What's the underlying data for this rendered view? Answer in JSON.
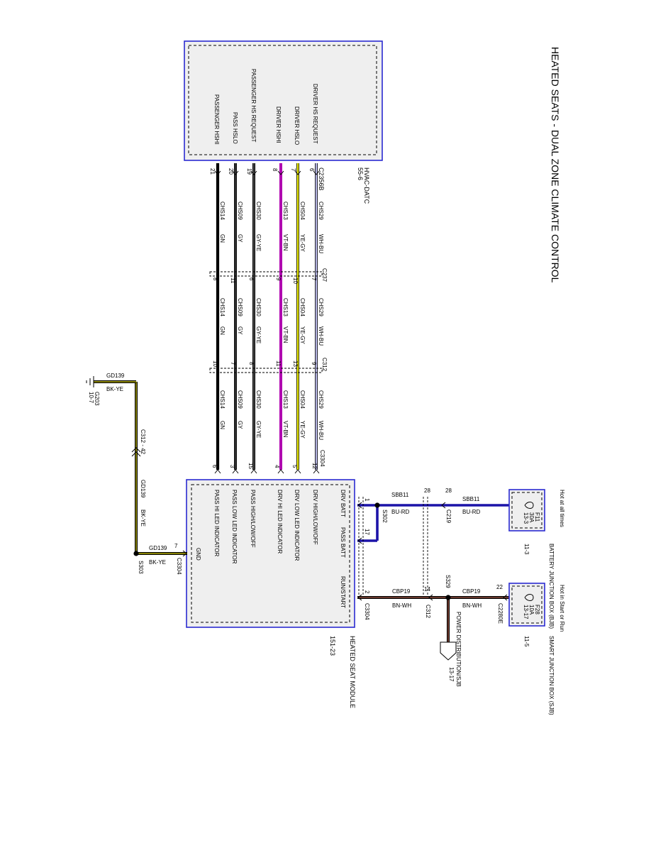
{
  "title": "HEATED SEATS - DUAL ZONE CLIMATE CONTROL",
  "colors": {
    "WH-BU": "#b8b8e6",
    "YE-GY": "#e8e800",
    "VT-BN": "#b000b0",
    "GY-YE": "#7a7a7a",
    "GY": "#4a4a4a",
    "GN": "#111111",
    "BU-RD": "#1c13a8",
    "BN-WH": "#5a3020",
    "BK-YE": "#2a2a00",
    "module_border": "#2b2bd1"
  },
  "hvac_module": {
    "name": "HVAC-DATC",
    "page_ref": "55-6",
    "connector": "C2356B",
    "pins": [
      {
        "label": "DRIVER HS REQUEST",
        "pin": "6"
      },
      {
        "label": "DRIVER HSLO",
        "pin": "7"
      },
      {
        "label": "DRIVER HSHI",
        "pin": "8"
      },
      {
        "label": "PASSENGER HS REQUEST",
        "pin": "19"
      },
      {
        "label": "PASS HSLO",
        "pin": "20"
      },
      {
        "label": "PASSENGER HSHI",
        "pin": "21"
      }
    ]
  },
  "wires": [
    {
      "circuit": "CHS29",
      "color": "WH-BU",
      "c237_pin": "7",
      "c312_pin": "9"
    },
    {
      "circuit": "CHS04",
      "color": "YE-GY",
      "c237_pin": "10",
      "c312_pin": "13"
    },
    {
      "circuit": "CHS13",
      "color": "VT-BN",
      "c237_pin": "9",
      "c312_pin": "11"
    },
    {
      "circuit": "CHS30",
      "color": "GY-YE",
      "c237_pin": "6",
      "c312_pin": "8"
    },
    {
      "circuit": "CHS09",
      "color": "GY",
      "c237_pin": "11",
      "c312_pin": "7"
    },
    {
      "circuit": "CHS14",
      "color": "GN",
      "c237_pin": "8",
      "c312_pin": "10"
    }
  ],
  "connectors": {
    "c237": "C237",
    "c312": "C312",
    "c3304": "C3304",
    "c219": "C219",
    "c2280e": "C2280E",
    "c312_42": "C312 - 42"
  },
  "heated_seat_module": {
    "name": "HEATED SEAT MODULE",
    "page_ref": "151-23",
    "pins": [
      {
        "label": "DRV HIGH/LOW/OFF",
        "pin": "12"
      },
      {
        "label": "DRV LOW LED INDICATOR",
        "pin": "5"
      },
      {
        "label": "DRV HI LED INDICATOR",
        "pin": "4"
      },
      {
        "label": "PASS HIGH/LOW/OFF",
        "pin": "15"
      },
      {
        "label": "PASS LOW LED INDICATOR",
        "pin": "3"
      },
      {
        "label": "PASS HI LED INDICATOR",
        "pin": "6"
      }
    ],
    "drv_batt": "DRV BATT",
    "drv_batt_pin": "1",
    "pass_batt": "PASS BATT",
    "pass_batt_pin": "17",
    "run_start": "RUN/START",
    "run_start_pin": "2",
    "gnd": "GND",
    "gnd_pin": "7"
  },
  "power": {
    "batt_header": "Hot at all times",
    "bjb_name": "BATTERY JUNCTION BOX (BJB)",
    "bjb_ref": "11-3",
    "fuse1": "F11",
    "fuse1_amps": "30A",
    "fuse1_ref": "13-3",
    "sbb_circuit": "SBB11",
    "sbb_color": "BU-RD",
    "c219_pin": "28",
    "splice_s302": "S302",
    "run_header": "Hot in Start or Run",
    "sjb_name": "SMART JUNCTION BOX (SJB)",
    "sjb_ref": "11-5",
    "fuse2": "F28",
    "fuse2_amps": "10A",
    "fuse2_ref": "13-17",
    "cbp_circuit": "CBP19",
    "cbp_color": "BN-WH",
    "c2280e_pin": "22",
    "c312_pin": "14",
    "splice_s329": "S329",
    "power_dist": "POWER DISTRIBUTION/SJB",
    "power_dist_ref": "13-17"
  },
  "ground": {
    "circuit": "GD139",
    "color": "BK-YE",
    "ground_point": "G203",
    "ground_ref": "10-7",
    "splice": "S303",
    "c3304_pin": "7"
  }
}
